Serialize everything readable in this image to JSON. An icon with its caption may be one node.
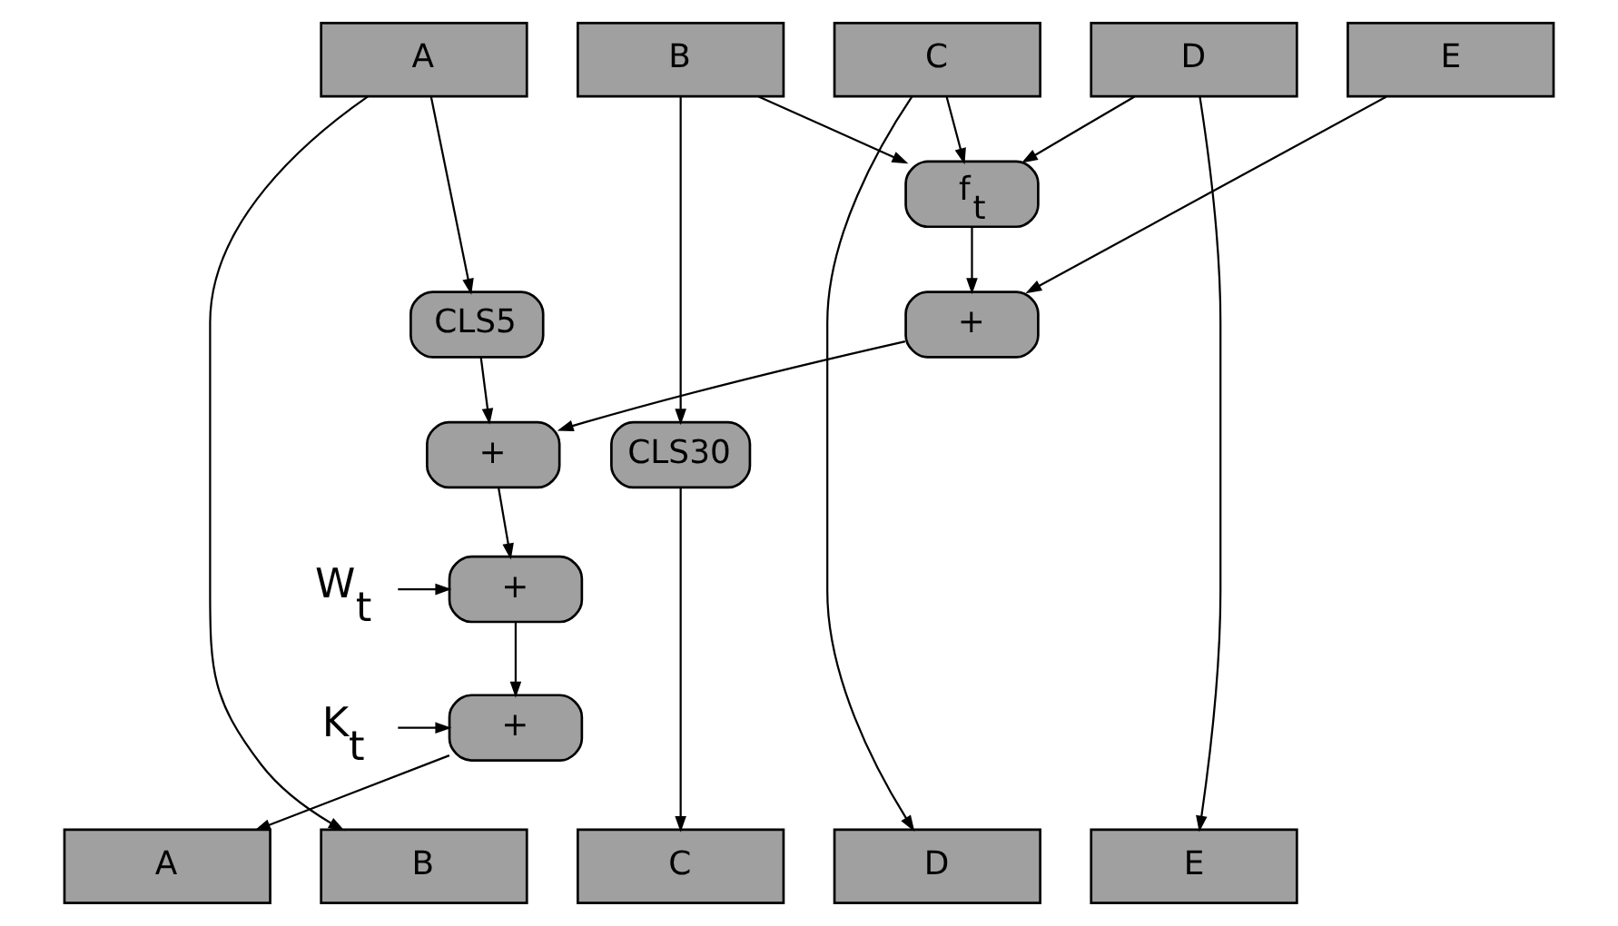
{
  "diagram": {
    "nodes": [
      {
        "text": [
          "A"
        ]
      },
      {
        "text": [
          "B"
        ]
      },
      {
        "text": [
          "C"
        ]
      },
      {
        "text": [
          "D"
        ]
      },
      {
        "text": [
          "E"
        ]
      },
      {
        "text": [
          "f$_{t}$"
        ]
      },
      {
        "text": [
          "+"
        ]
      },
      {
        "text": [
          "CLS5"
        ]
      },
      {
        "text": [
          "+"
        ]
      },
      {
        "text": [
          "W$_{t}$"
        ]
      },
      {
        "text": [
          "+"
        ]
      },
      {
        "text": [
          "CLS30"
        ]
      },
      {
        "text": [
          "K$_{t}$"
        ]
      },
      {
        "text": [
          "+"
        ]
      },
      {
        "text": [
          "A"
        ]
      },
      {
        "text": [
          "B"
        ]
      },
      {
        "text": [
          "C"
        ]
      },
      {
        "text": [
          "D"
        ]
      },
      {
        "text": [
          "E"
        ]
      }
    ],
    "edges": [
      {
        "from": 0,
        "to": 7,
        "arrow": "to"
      },
      {
        "from": 0,
        "to": 15,
        "arrow": "to"
      },
      {
        "from": 1,
        "to": 5,
        "arrow": "to"
      },
      {
        "from": 1,
        "to": 11,
        "arrow": "to"
      },
      {
        "from": 2,
        "to": 5,
        "arrow": "to"
      },
      {
        "from": 2,
        "to": 17,
        "arrow": "to"
      },
      {
        "from": 3,
        "to": 5,
        "arrow": "to"
      },
      {
        "from": 3,
        "to": 18,
        "arrow": "to"
      },
      {
        "from": 4,
        "to": 6,
        "arrow": "to"
      },
      {
        "from": 5,
        "to": 6,
        "arrow": "to"
      },
      {
        "from": 6,
        "to": 8,
        "arrow": "to"
      },
      {
        "from": 7,
        "to": 8,
        "arrow": "to"
      },
      {
        "from": 8,
        "to": 10,
        "arrow": "to"
      },
      {
        "from": 9,
        "to": 10,
        "arrow": "to"
      },
      {
        "from": 10,
        "to": 13,
        "arrow": "to"
      },
      {
        "from": 12,
        "to": 13,
        "arrow": "to"
      },
      {
        "from": 13,
        "to": 14,
        "arrow": "to"
      },
      {
        "from": 11,
        "to": 16,
        "arrow": "to"
      }
    ]
  }
}
